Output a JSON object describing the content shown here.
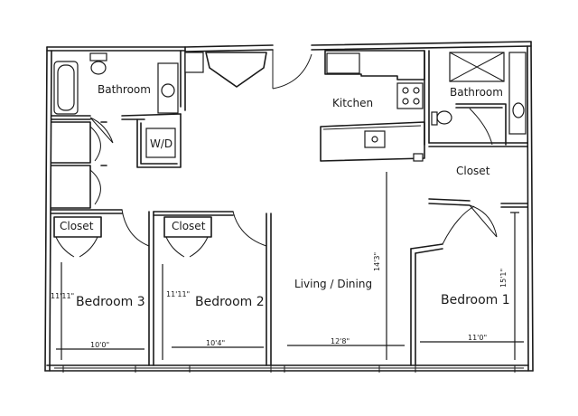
{
  "rooms": {
    "bathroom_left": "Bathroom",
    "washer_dryer": "W/D",
    "kitchen": "Kitchen",
    "bathroom_right": "Bathroom",
    "closet_master": "Closet",
    "closet_bed3": "Closet",
    "closet_bed2": "Closet",
    "bedroom3": "Bedroom 3",
    "bedroom2": "Bedroom 2",
    "living_dining": "Living / Dining",
    "bedroom1": "Bedroom 1"
  },
  "dimensions": {
    "bed3_height": "11'11\"",
    "bed2_height": "11'11\"",
    "bed1_height": "15'1\"",
    "living_height": "14'3\"",
    "bed3_width": "10'0\"",
    "bed2_width": "10'4\"",
    "living_width": "12'8\"",
    "bed1_width": "11'0\""
  },
  "colors": {
    "ink": "#1a1a1a",
    "paper": "#ffffff"
  }
}
